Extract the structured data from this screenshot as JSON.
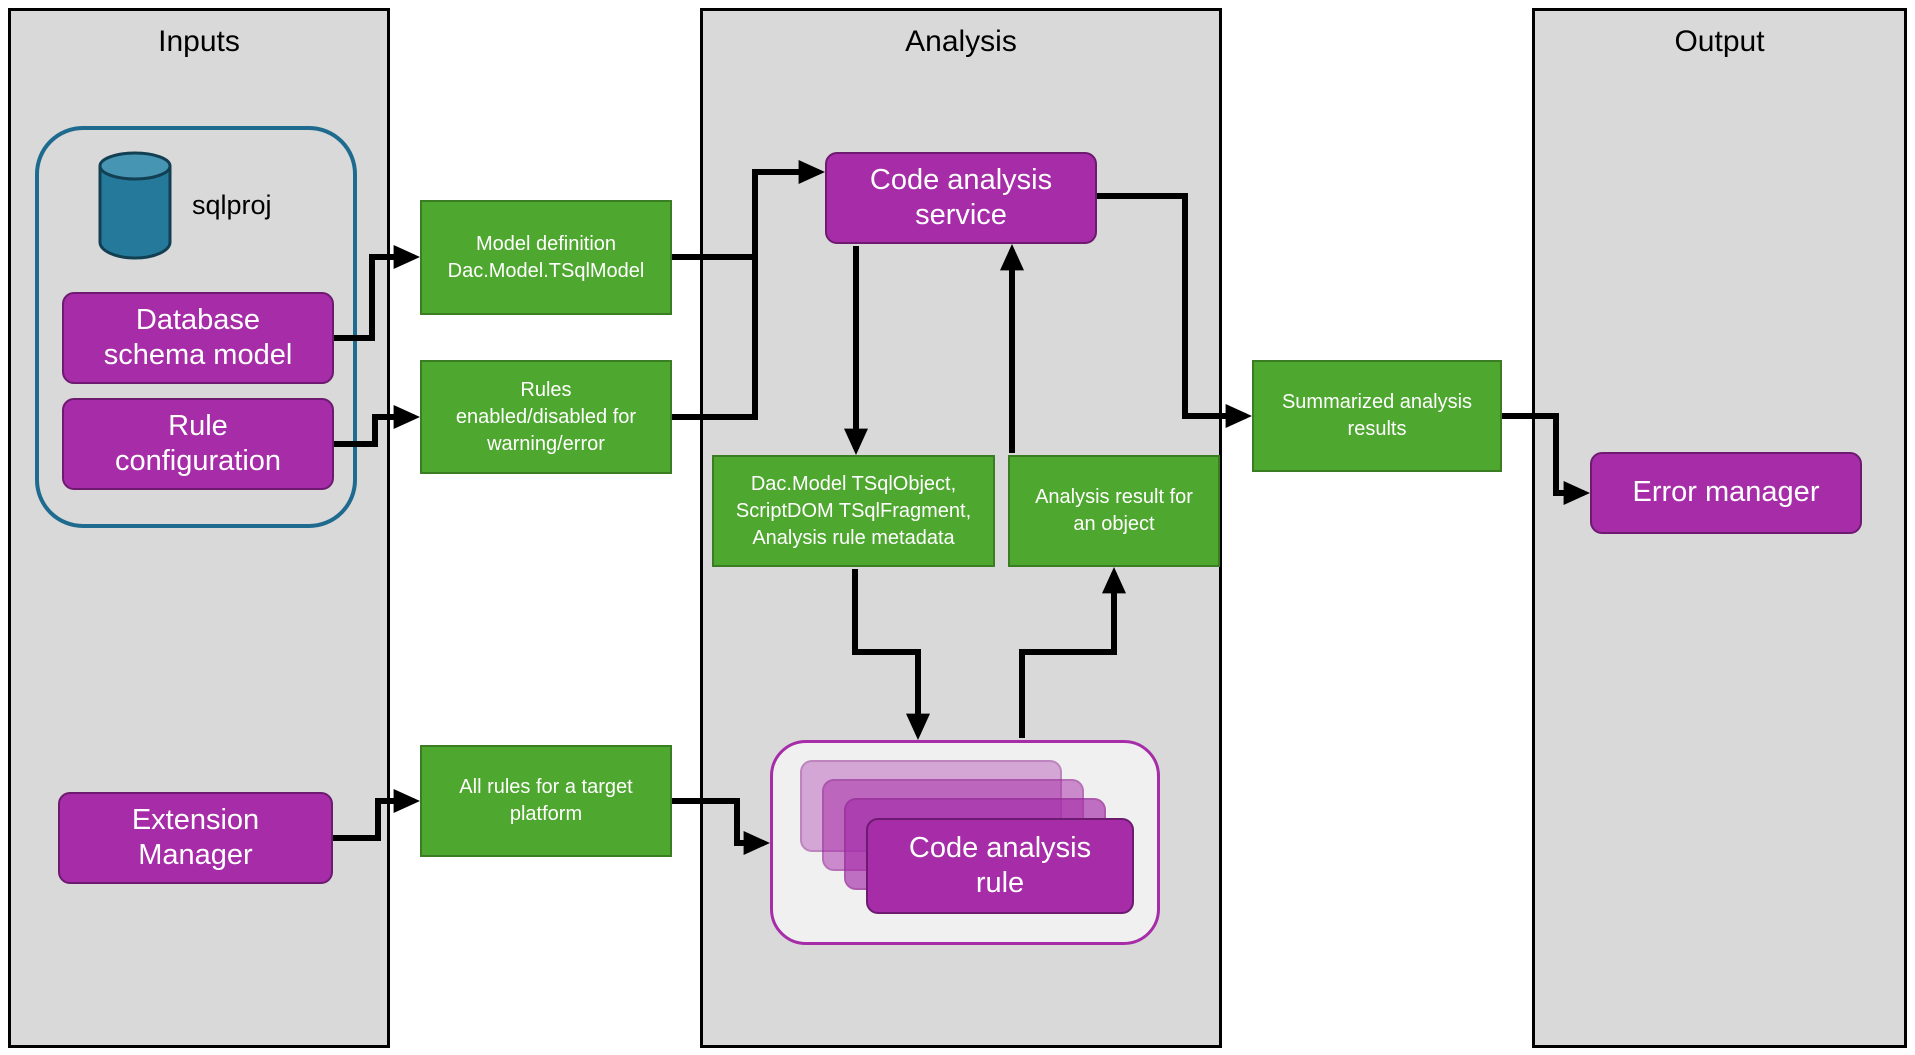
{
  "diagram": {
    "panels": {
      "inputs": {
        "title": "Inputs"
      },
      "analysis": {
        "title": "Analysis"
      },
      "output": {
        "title": "Output"
      }
    },
    "nodes": {
      "sqlproj_label": "sqlproj",
      "database_schema_model": "Database\nschema model",
      "rule_configuration": "Rule\nconfiguration",
      "extension_manager": "Extension\nManager",
      "model_definition": "Model definition\nDac.Model.TSqlModel",
      "rules_enabled": "Rules\nenabled/disabled for\nwarning/error",
      "all_rules": "All rules for a target\nplatform",
      "code_analysis_service": "Code analysis\nservice",
      "object_metadata": "Dac.Model TSqlObject,\nScriptDOM TSqlFragment,\nAnalysis rule metadata",
      "analysis_result": "Analysis result for\nan object",
      "code_analysis_rule": "Code analysis\nrule",
      "summarized_results": "Summarized analysis\nresults",
      "error_manager": "Error manager"
    },
    "icons": {
      "database_cylinder": "database-cylinder-icon"
    },
    "colors": {
      "panel_fill": "#d9d9d9",
      "panel_border": "#000000",
      "purple_fill": "#a62ca8",
      "purple_border": "#6d1a70",
      "green_fill": "#4ea72e",
      "green_border": "#3a7d23",
      "group_border_blue": "#1e6b8f",
      "cylinder_fill": "#257a9b",
      "rule_container_fill": "#f0f0f0",
      "arrow": "#000000",
      "text_on_color": "#ffffff"
    }
  }
}
